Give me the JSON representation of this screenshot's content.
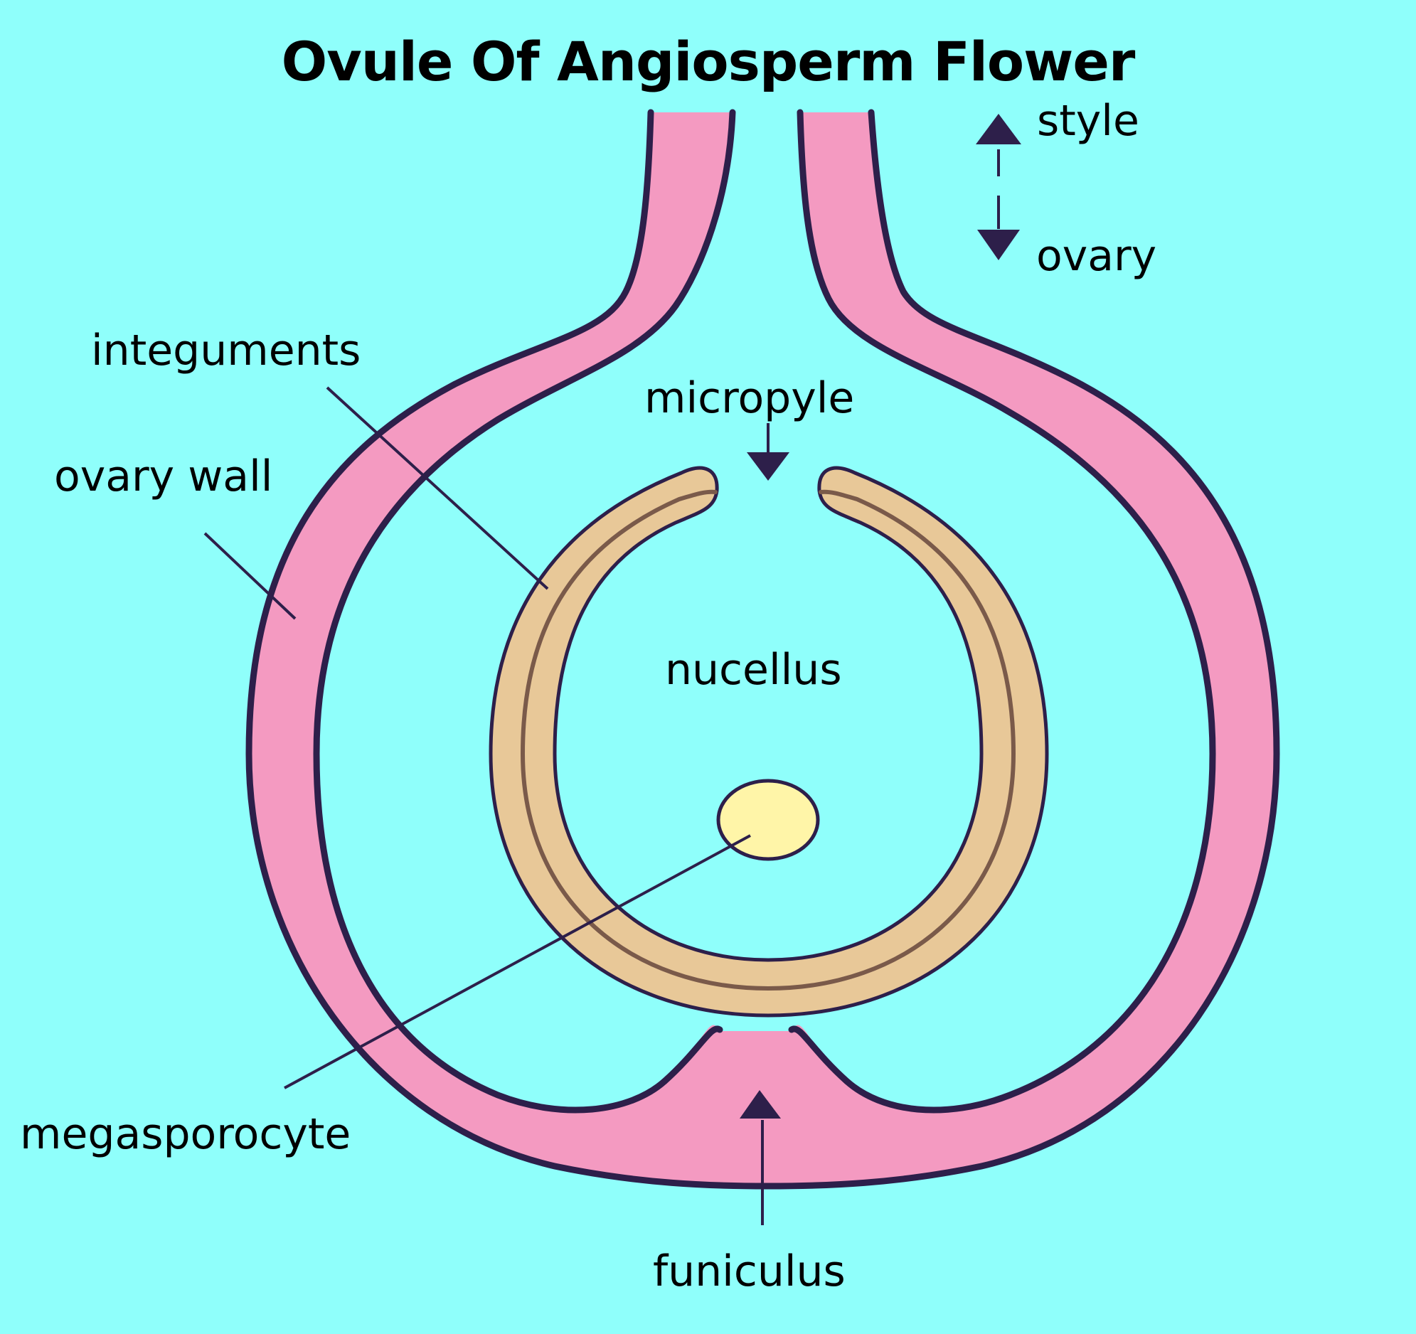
{
  "title": "Ovule Of Angiosperm Flower",
  "colors": {
    "background": "#8ffffb",
    "ovary_wall": "#f49ac1",
    "outline": "#2d1f4a",
    "integument": "#e8c898",
    "integument_divider": "#7a5a4a",
    "megasporocyte": "#fff5a8"
  },
  "labels": {
    "style": "style",
    "ovary": "ovary",
    "integuments": "integuments",
    "micropyle": "micropyle",
    "ovary_wall": "ovary wall",
    "nucellus": "nucellus",
    "megasporocyte": "megasporocyte",
    "funiculus": "funiculus"
  },
  "icons": {
    "style_arrow": "arrow-up-icon",
    "ovary_arrow": "arrow-down-icon",
    "micropyle_arrow": "arrow-down-icon",
    "funiculus_arrow": "arrow-up-icon"
  }
}
